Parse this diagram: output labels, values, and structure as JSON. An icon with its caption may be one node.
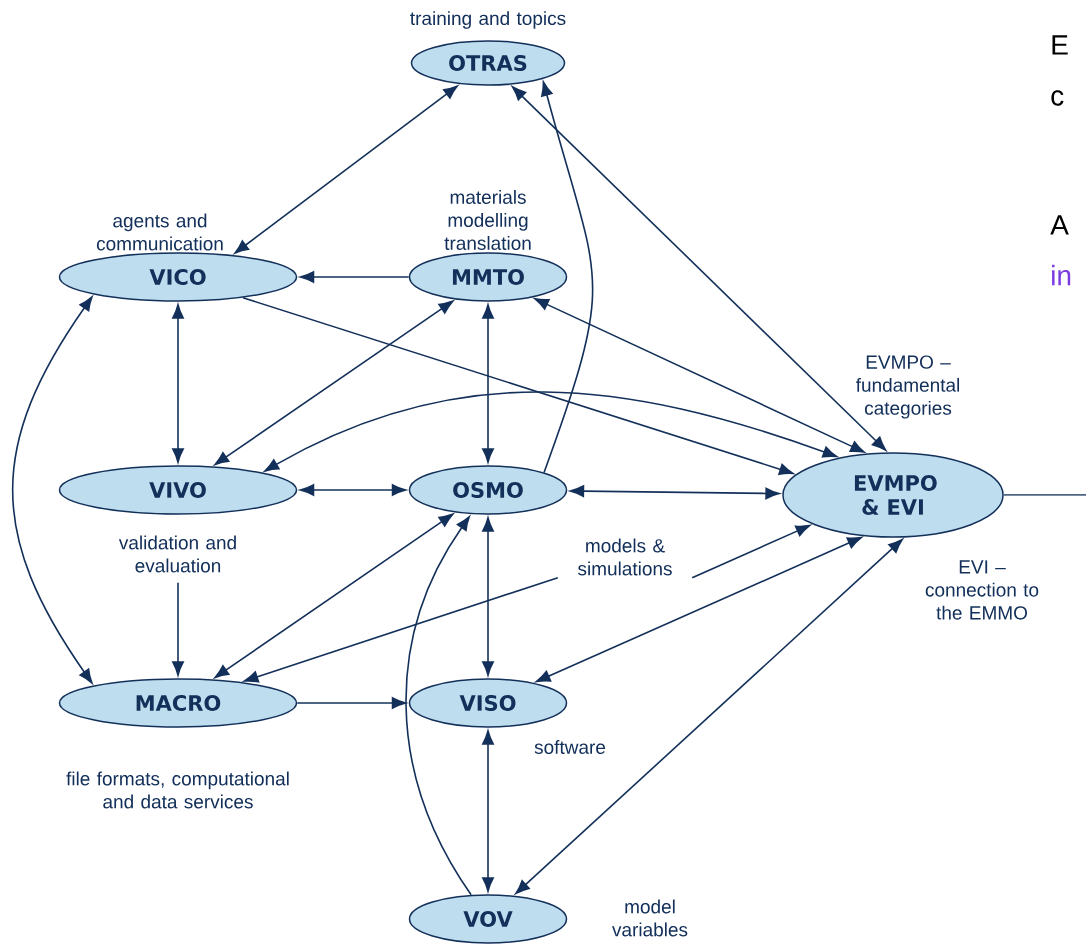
{
  "diagram": {
    "nodes": [
      {
        "text": [
          "OTRAS"
        ],
        "beside": [
          "training and topics"
        ]
      },
      {
        "text": [
          "VICO"
        ],
        "beside": [
          "agents and communication"
        ]
      },
      {
        "text": [
          "MMTO"
        ],
        "beside": [
          "materials modelling translation"
        ]
      },
      {
        "text": [
          "VIVO"
        ],
        "beside": [
          "validation and evaluation"
        ]
      },
      {
        "text": [
          "OSMO"
        ]
      },
      {
        "text": [
          "EVMPO & EVI"
        ],
        "beside": [
          "EVMPO – fundamental categories",
          "EVI – connection to the EMMO"
        ]
      },
      {
        "text": [
          "models & simulations"
        ]
      },
      {
        "text": [
          "MACRO"
        ],
        "beside": [
          "file formats, computational and data services"
        ]
      },
      {
        "text": [
          "VISO"
        ],
        "beside": [
          "software"
        ]
      },
      {
        "text": [
          "VOV"
        ],
        "beside": [
          "model variables"
        ]
      }
    ],
    "edges": [
      {
        "from": 1,
        "to": 0,
        "arrow": "both"
      },
      {
        "from": 2,
        "to": 1,
        "arrow": "to"
      },
      {
        "from": 1,
        "to": 5,
        "arrow": "to"
      },
      {
        "from": 1,
        "to": 3,
        "arrow": "both"
      },
      {
        "from": 3,
        "to": 2,
        "arrow": "both"
      },
      {
        "from": 3,
        "to": 5,
        "arrow": "both"
      },
      {
        "from": 2,
        "to": 4,
        "arrow": "both"
      },
      {
        "from": 2,
        "to": 5,
        "arrow": "both"
      },
      {
        "from": 0,
        "to": 5,
        "arrow": "both"
      },
      {
        "from": 4,
        "to": 0,
        "arrow": "to"
      },
      {
        "from": 3,
        "to": 4,
        "arrow": "both"
      },
      {
        "from": 4,
        "to": 5,
        "arrow": "both"
      },
      {
        "from": 1,
        "to": 7,
        "arrow": "both"
      },
      {
        "from": 3,
        "to": 7,
        "arrow": "to"
      },
      {
        "from": 7,
        "to": 4,
        "arrow": "both"
      },
      {
        "from": 6,
        "to": 7,
        "arrow": "to"
      },
      {
        "from": 6,
        "to": 5,
        "arrow": "to"
      },
      {
        "from": 4,
        "to": 8,
        "arrow": "both"
      },
      {
        "from": 7,
        "to": 8,
        "arrow": "to"
      },
      {
        "from": 8,
        "to": 5,
        "arrow": "both"
      },
      {
        "from": 8,
        "to": 9,
        "arrow": "both"
      },
      {
        "from": 9,
        "to": 4,
        "arrow": "to"
      },
      {
        "from": 9,
        "to": 5,
        "arrow": "both"
      },
      {
        "from": 5,
        "to": null,
        "arrow": "none"
      }
    ],
    "labels": [
      "E",
      "c",
      "A",
      "in"
    ]
  }
}
